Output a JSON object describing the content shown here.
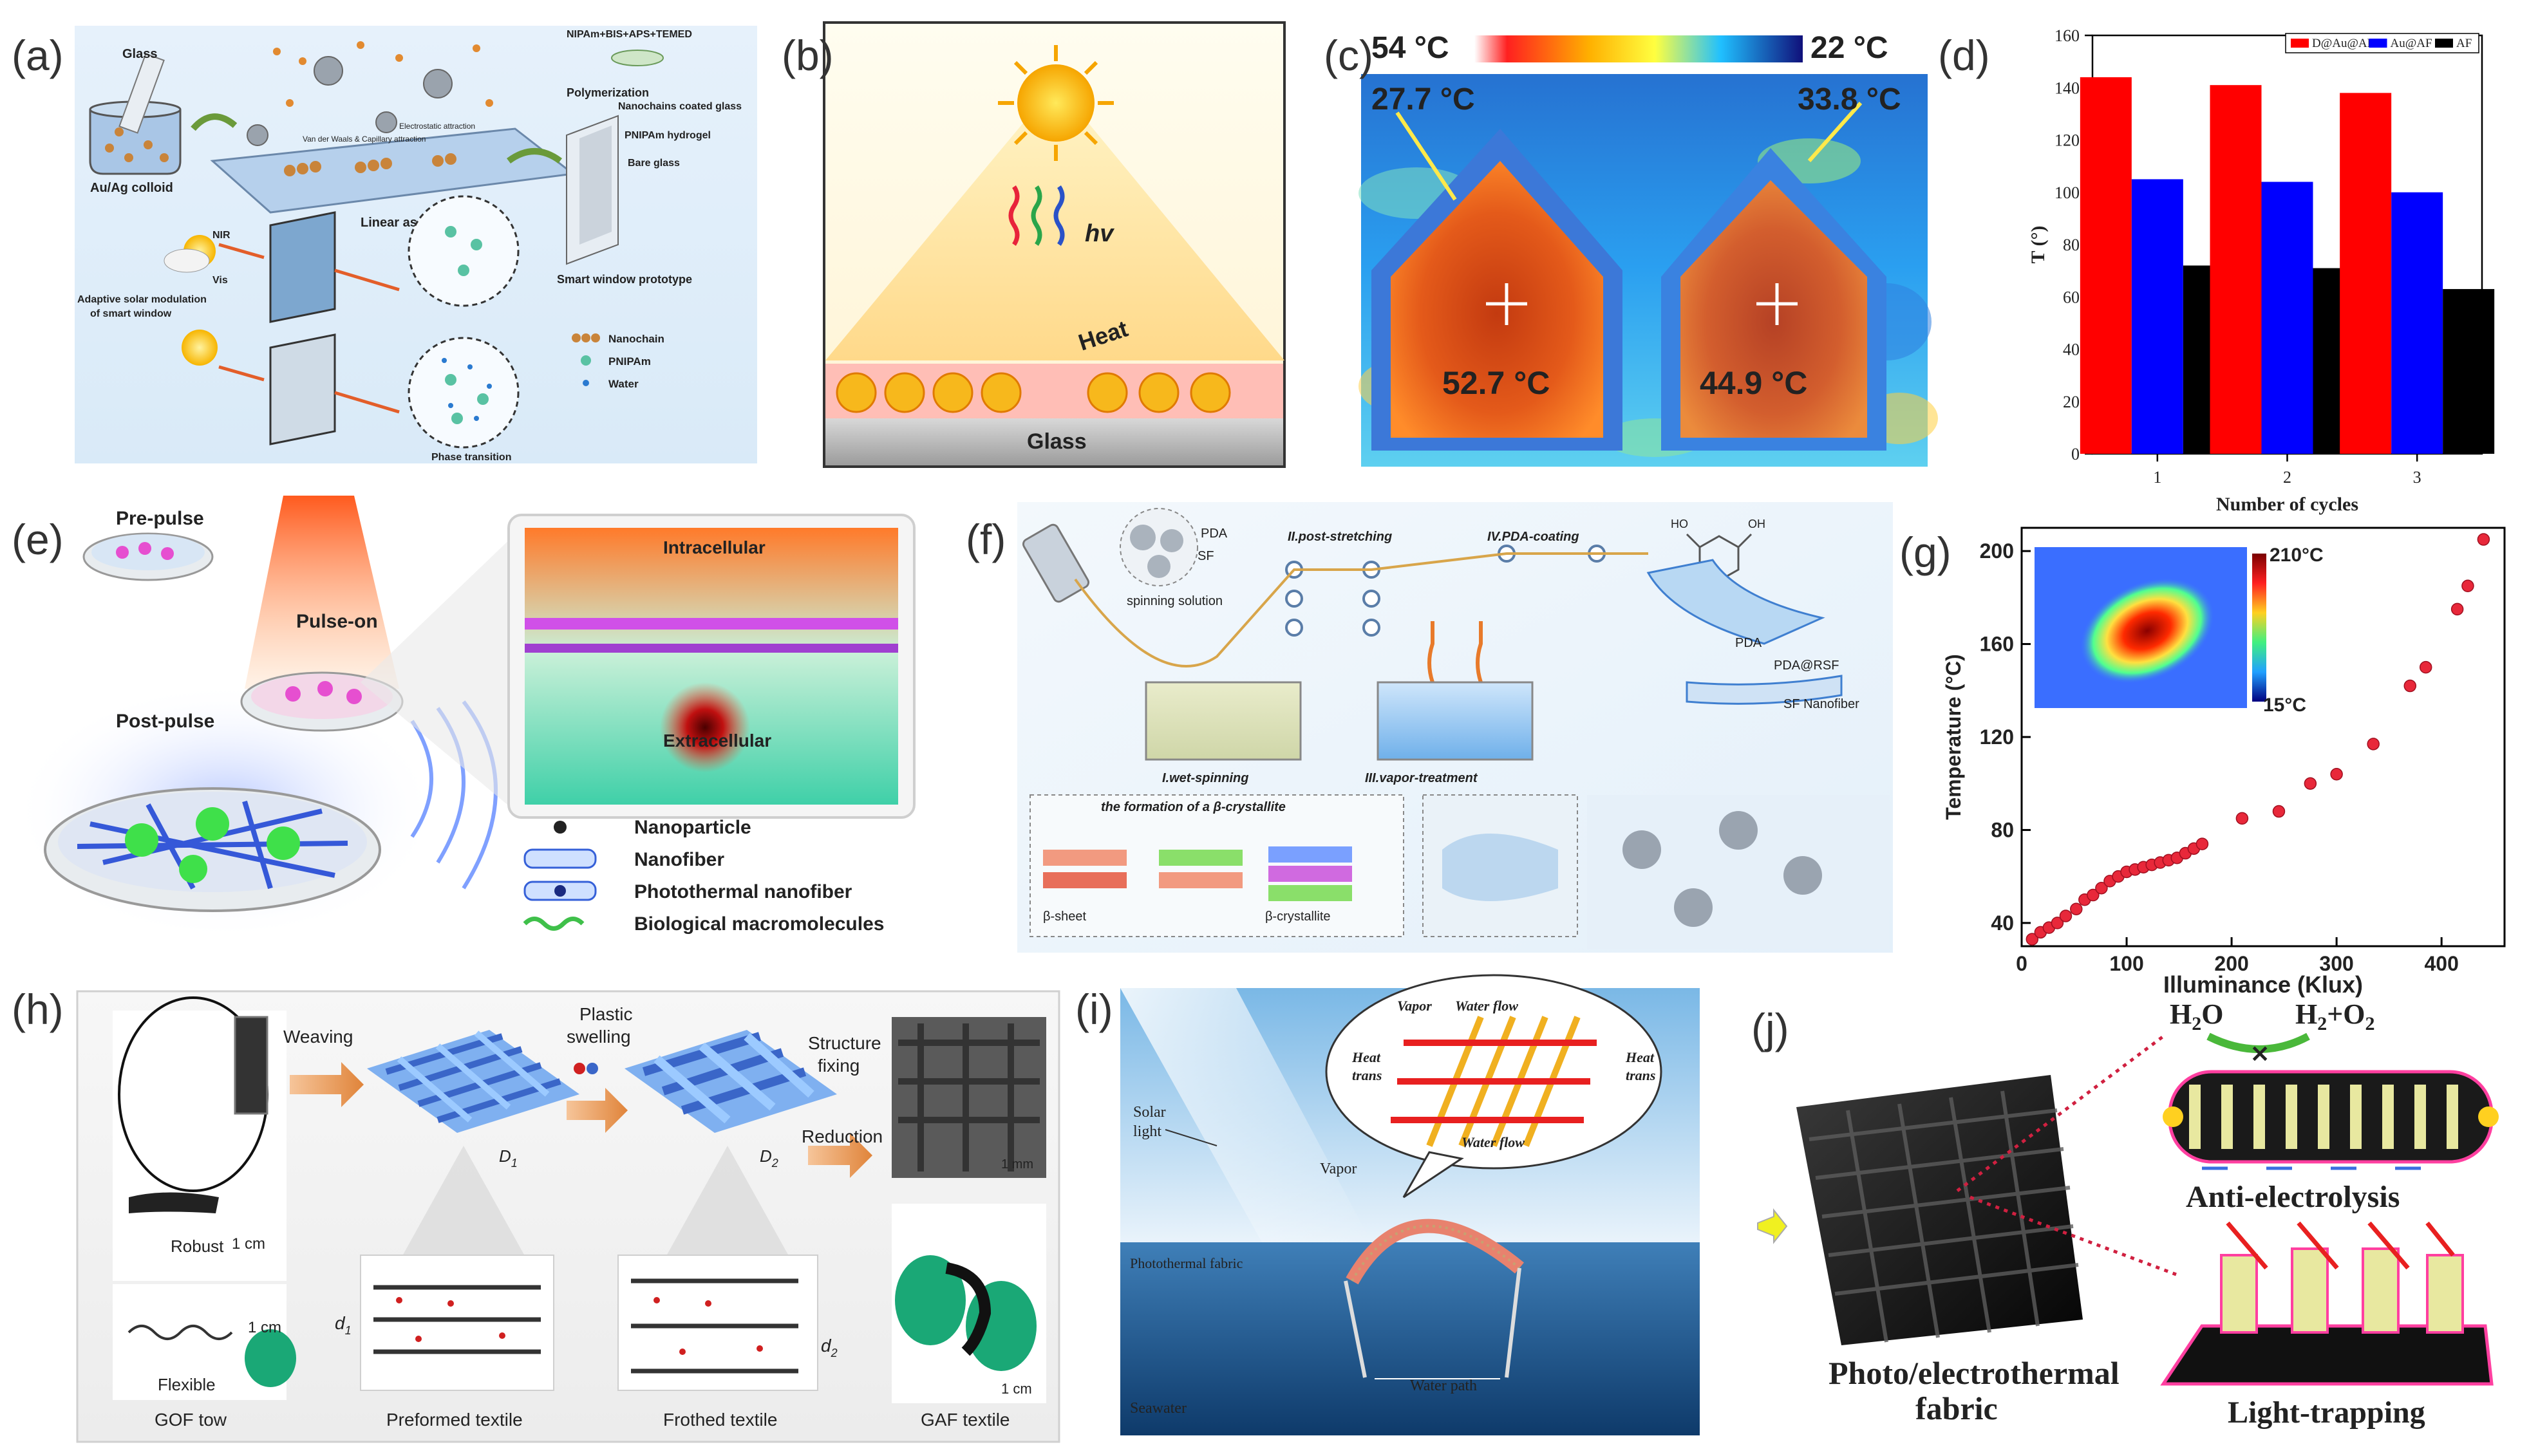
{
  "panels": {
    "a": {
      "label": "(a)",
      "texts": {
        "glass": "Glass",
        "colloid": "Au/Ag colloid",
        "reagents": "NIPAm+BIS+APS+TEMED",
        "polymerization": "Polymerization",
        "nanochains_glass": "Nanochains coated glass",
        "hydrogel": "PNIPAm hydrogel",
        "bare": "Bare glass",
        "linear": "Linear assembly",
        "prototype": "Smart window prototype",
        "adaptive1": "Adaptive solar modulation",
        "adaptive2": "of smart window",
        "nir": "NIR",
        "vis": "Vis",
        "nanochain": "Nanochain",
        "pnipam": "PNIPAm",
        "water": "Water",
        "phase": "Phase transition",
        "vdw": "Van der Waals & Capillary attraction",
        "electro": "Electrostatic attraction"
      }
    },
    "b": {
      "label": "(b)",
      "texts": {
        "hv": "hv",
        "heat": "Heat",
        "glass": "Glass"
      }
    },
    "c": {
      "label": "(c)",
      "texts": {
        "max": "54 °C",
        "min": "22 °C",
        "t1": "27.7 °C",
        "t2": "33.8 °C",
        "t3": "52.7 °C",
        "t4": "44.9 °C"
      }
    },
    "d": {
      "label": "(d)"
    },
    "e": {
      "label": "(e)",
      "texts": {
        "pre": "Pre-pulse",
        "on": "Pulse-on",
        "post": "Post-pulse",
        "intra": "Intracellular",
        "extra": "Extracellular",
        "l1": "Nanoparticle",
        "l2": "Nanofiber",
        "l3": "Photothermal nanofiber",
        "l4": "Biological macromolecules"
      }
    },
    "f": {
      "label": "(f)",
      "texts": {
        "pda": "PDA",
        "sf": "SF",
        "spin": "spinning solution",
        "post": "II.post-stretching",
        "coat": "IV.PDA-coating",
        "wet": "I.wet-spinning",
        "vapor": "III.vapor-treatment",
        "formation": "the formation of a β-crystallite",
        "sheet": "β-sheet",
        "cryst": "β-crystallite",
        "pda2": "PDA",
        "pdarsf": "PDA@RSF",
        "sfn": "SF Nanofiber",
        "ho": "HO",
        "oh": "OH"
      }
    },
    "g": {
      "label": "(g)",
      "texts": {
        "max": "210°C",
        "min": "15°C"
      }
    },
    "h": {
      "label": "(h)",
      "texts": {
        "weaving": "Weaving",
        "plastic": "Plastic",
        "swelling": "swelling",
        "structure": "Structure",
        "fixing": "fixing",
        "reduction": "Reduction",
        "robust": "Robust",
        "flexible": "Flexible",
        "cm1": "1 cm",
        "cm2": "1 cm",
        "cm3": "1 cm",
        "mm": "1 mm",
        "d1": "D",
        "d1s": "1",
        "d2": "D",
        "d2s": "2",
        "sd1": "d",
        "sd1s": "1",
        "sd2": "d",
        "sd2s": "2",
        "gof": "GOF tow",
        "pre": "Preformed textile",
        "froth": "Frothed textile",
        "gaf": "GAF textile"
      }
    },
    "i": {
      "label": "(i)",
      "texts": {
        "vapor1": "Vapor",
        "wf1": "Water flow",
        "heat1": "Heat",
        "trans1": "trans",
        "heat2": "Heat",
        "trans2": "trans",
        "wf2": "Water flow",
        "solar1": "Solar",
        "solar2": "light",
        "vapor2": "Vapor",
        "fabric": "Photothermal fabric",
        "sea": "Seawater",
        "path": "Water path"
      }
    },
    "j": {
      "label": "(j)",
      "texts": {
        "h2o": "H",
        "h2o_sub": "2",
        "h2o_o": "O",
        "prod": "H",
        "prod_sub": "2",
        "prod_mid": "+O",
        "prod_sub2": "2",
        "anti": "Anti-electrolysis",
        "cap1": "Photo/electrothermal",
        "cap2": "fabric",
        "trap": "Light-trapping"
      }
    }
  },
  "chart_data": [
    {
      "type": "bar",
      "panel": "d",
      "categories": [
        "1",
        "2",
        "3"
      ],
      "series": [
        {
          "name": "D@Au@AF",
          "color": "#ff0000",
          "values": [
            144,
            141,
            138
          ]
        },
        {
          "name": "Au@AF",
          "color": "#0000ff",
          "values": [
            105,
            104,
            100
          ]
        },
        {
          "name": "AF",
          "color": "#000000",
          "values": [
            72,
            71,
            63
          ]
        }
      ],
      "xlabel": "Number of cycles",
      "ylabel": "T (°)",
      "ylim": [
        0,
        160
      ],
      "yticks": [
        0,
        20,
        40,
        60,
        80,
        100,
        120,
        140,
        160
      ],
      "legend": "top-right"
    },
    {
      "type": "scatter",
      "panel": "g",
      "color": "#e8283a",
      "x": [
        10,
        18,
        26,
        34,
        42,
        52,
        60,
        68,
        76,
        84,
        92,
        100,
        108,
        116,
        124,
        132,
        140,
        148,
        156,
        164,
        172,
        210,
        245,
        275,
        300,
        335,
        370,
        385,
        415,
        425,
        440
      ],
      "y": [
        33,
        36,
        38,
        40,
        43,
        46,
        50,
        52,
        55,
        58,
        60,
        62,
        63,
        64,
        65,
        66,
        67,
        68,
        70,
        72,
        74,
        85,
        88,
        100,
        104,
        117,
        142,
        150,
        175,
        185,
        205
      ],
      "xlabel": "Illuminance (Klux)",
      "ylabel": "Temperature (°C)",
      "xlim": [
        0,
        460
      ],
      "ylim": [
        30,
        210
      ],
      "xticks": [
        0,
        100,
        200,
        300,
        400
      ],
      "yticks": [
        40,
        80,
        120,
        160,
        200
      ]
    }
  ]
}
